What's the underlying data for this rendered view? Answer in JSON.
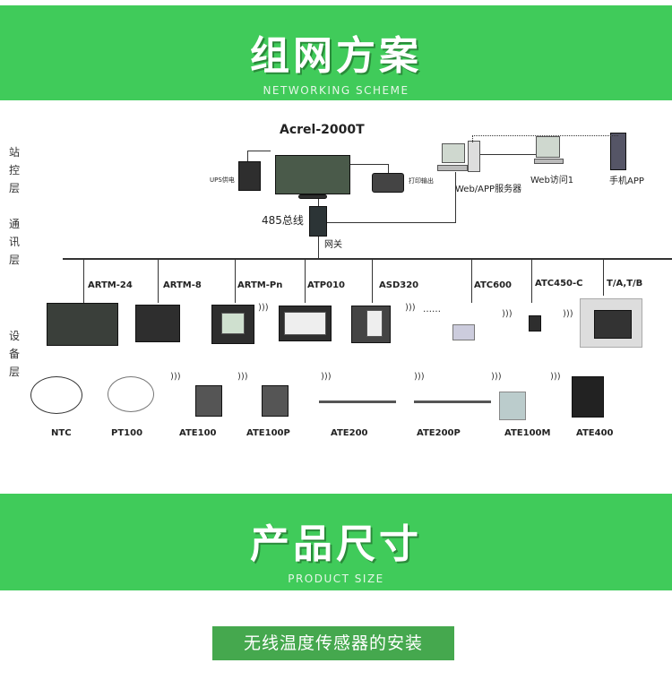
{
  "header": {
    "title": "组网方案",
    "subtitle": "NETWORKING SCHEME"
  },
  "layers": {
    "station": "站控层",
    "comm": "通讯层",
    "device": "设备层"
  },
  "station": {
    "system": "Acrel-2000T",
    "ups": "UPS供电",
    "printer": "打印输出",
    "server": "Web/APP服务器",
    "web": "Web访问1",
    "app": "手机APP"
  },
  "comm": {
    "bus": "485总线",
    "gateway": "网关"
  },
  "devices_row1": [
    "ARTM-24",
    "ARTM-8",
    "ARTM-Pn",
    "ATP010",
    "ASD320",
    "ATC600",
    "ATC450-C",
    "T/A,T/B"
  ],
  "ellipsis": "……",
  "devices_row2": [
    "NTC",
    "PT100",
    "ATE100",
    "ATE100P",
    "ATE200",
    "ATE200P",
    "ATE100M",
    "ATE400"
  ],
  "section2": {
    "title": "产品尺寸",
    "subtitle": "PRODUCT SIZE"
  },
  "install_button": "无线温度传感器的安装",
  "colors": {
    "banner": "#40cb5a",
    "button": "#45a84e"
  }
}
